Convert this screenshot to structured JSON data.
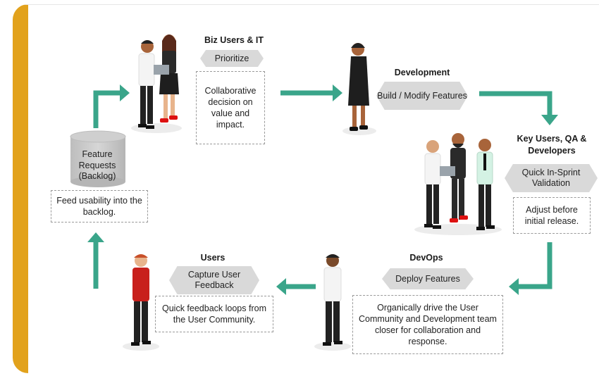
{
  "colors": {
    "frame": "#e2a21c",
    "arrow": "#3aa58a",
    "hex": "#d9d9d9",
    "note_border": "#9a9a9a"
  },
  "backlog": {
    "label": "Feature Requests (Backlog)"
  },
  "feed_note": "Feed usability into the backlog.",
  "stages": {
    "prioritize": {
      "title": "Biz Users & IT",
      "action": "Prioritize",
      "note": "Collaborative decision on value and impact."
    },
    "development": {
      "title": "Development",
      "action": "Build / Modify Features"
    },
    "validation": {
      "title": "Key Users, QA & Developers",
      "action": "Quick In-Sprint Validation",
      "note": "Adjust before initial release."
    },
    "devops": {
      "title": "DevOps",
      "action": "Deploy Features",
      "note": "Organically drive the User Community and Development team closer for collaboration and response."
    },
    "users": {
      "title": "Users",
      "action": "Capture User Feedback",
      "note": "Quick feedback loops from the User Community."
    }
  }
}
